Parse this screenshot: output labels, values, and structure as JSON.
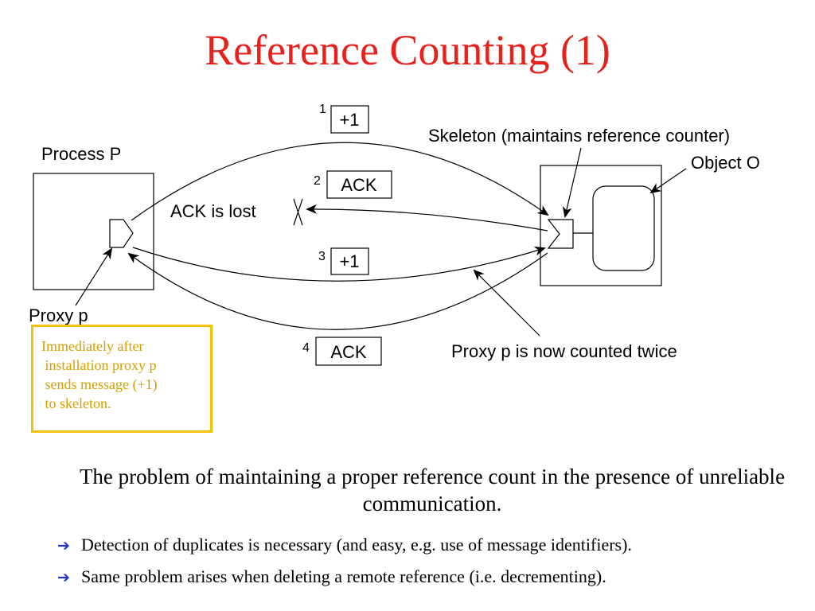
{
  "title": "Reference Counting (1)",
  "colors": {
    "title": "#e8211c",
    "note_text": "#d4a000",
    "note_border": "#f5c400",
    "bullet_arrow": "#2233cc",
    "text": "#000000"
  },
  "diagram": {
    "process_label": "Process P",
    "proxy_label": "Proxy p",
    "skeleton_label": "Skeleton (maintains reference counter)",
    "object_label": "Object O",
    "ack_lost_label": "ACK is lost",
    "counted_twice_label": "Proxy p is now counted twice",
    "messages": [
      {
        "step": "1",
        "text": "+1"
      },
      {
        "step": "2",
        "text": "ACK"
      },
      {
        "step": "3",
        "text": "+1"
      },
      {
        "step": "4",
        "text": "ACK"
      }
    ]
  },
  "note": "Immediately after\n installation proxy p\n sends message (+1)\n to skeleton.",
  "summary": "The problem of maintaining a proper reference count in the presence of unreliable communication.",
  "bullets": [
    {
      "icon": "right-arrow-icon",
      "text": "Detection of duplicates is necessary (and easy, e.g. use of message identifiers)."
    },
    {
      "icon": "right-arrow-icon",
      "text": "Same problem arises when deleting a remote reference (i.e. decrementing)."
    }
  ]
}
